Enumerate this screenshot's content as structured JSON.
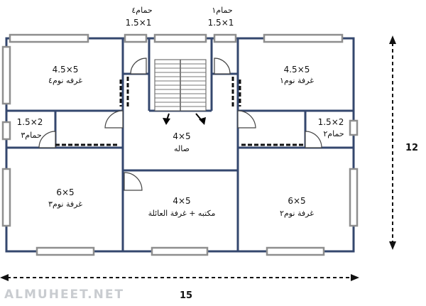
{
  "rooms": {
    "bath4": {
      "name": "حمام٤",
      "size": "1.5×1"
    },
    "bath1": {
      "name": "حمام١",
      "size": "1.5×1"
    },
    "bed4": {
      "size": "4.5×5",
      "name": "غرفه نوم٤"
    },
    "bed1": {
      "size": "4.5×5",
      "name": "غرفة نوم١"
    },
    "bath3": {
      "size": "1.5×2",
      "name": "حمام٣"
    },
    "bath2": {
      "size": "1.5×2",
      "name": "حمام٢"
    },
    "hall": {
      "size": "4×5",
      "name": "صاله"
    },
    "bed3": {
      "size": "6×5",
      "name": "غرفة نوم٣"
    },
    "bed2": {
      "size": "6×5",
      "name": "غرفة نوم٢"
    },
    "office": {
      "size": "4×5",
      "name": "مكتبه + غرفة العائلة"
    }
  },
  "dimensions": {
    "width": "15",
    "depth": "12"
  },
  "watermark": "ALMUHEET.NET",
  "colors": {
    "wall": "#34476e",
    "window": "#8e8e8e",
    "watermark": "#c9ccd0"
  }
}
